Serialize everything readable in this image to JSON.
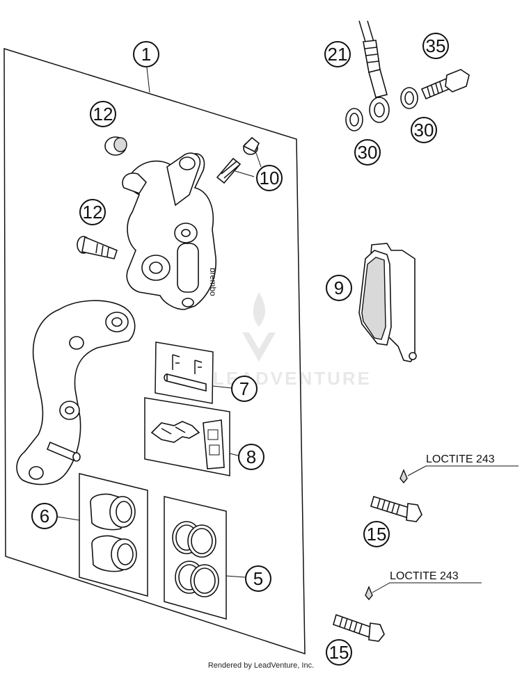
{
  "callouts": {
    "c1": "1",
    "c12a": "12",
    "c12b": "12",
    "c10": "10",
    "c7": "7",
    "c8": "8",
    "c6": "6",
    "c5": "5",
    "c9": "9",
    "c21": "21",
    "c35": "35",
    "c30a": "30",
    "c30b": "30",
    "c15a": "15",
    "c15b": "15"
  },
  "loctite": {
    "label_top": "LOCTITE 243",
    "label_bottom": "LOCTITE 243"
  },
  "caliper_brand": "brembo",
  "watermark": "LEADVENTURE",
  "footer": "Rendered by LeadVenture, Inc."
}
